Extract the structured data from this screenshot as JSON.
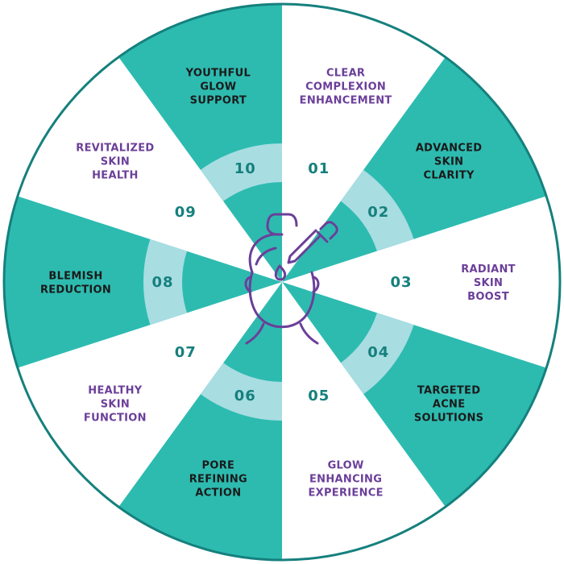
{
  "colors": {
    "teal": "#2dbbb0",
    "light_teal": "#a8dde2",
    "border": "#15807d",
    "purple": "#6b3f99",
    "dark_text": "#1a1a1a",
    "number_text": "#15807d",
    "white": "#ffffff"
  },
  "center_icon": "face-with-dropper-icon",
  "segments": [
    {
      "number": "01",
      "lines": [
        "CLEAR",
        "COMPLEXION",
        "ENHANCEMENT"
      ],
      "filled": false
    },
    {
      "number": "02",
      "lines": [
        "ADVANCED",
        "SKIN",
        "CLARITY"
      ],
      "filled": true
    },
    {
      "number": "03",
      "lines": [
        "RADIANT",
        "SKIN",
        "BOOST"
      ],
      "filled": false
    },
    {
      "number": "04",
      "lines": [
        "TARGETED",
        "ACNE",
        "SOLUTIONS"
      ],
      "filled": true
    },
    {
      "number": "05",
      "lines": [
        "GLOW",
        "ENHANCING",
        "EXPERIENCE"
      ],
      "filled": false
    },
    {
      "number": "06",
      "lines": [
        "PORE",
        "REFINING",
        "ACTION"
      ],
      "filled": true
    },
    {
      "number": "07",
      "lines": [
        "HEALTHY",
        "SKIN",
        "FUNCTION"
      ],
      "filled": false
    },
    {
      "number": "08",
      "lines": [
        "BLEMISH",
        "REDUCTION"
      ],
      "filled": true
    },
    {
      "number": "09",
      "lines": [
        "REVITALIZED",
        "SKIN",
        "HEALTH"
      ],
      "filled": false
    },
    {
      "number": "10",
      "lines": [
        "YOUTHFUL",
        "GLOW",
        "SUPPORT"
      ],
      "filled": true
    }
  ]
}
